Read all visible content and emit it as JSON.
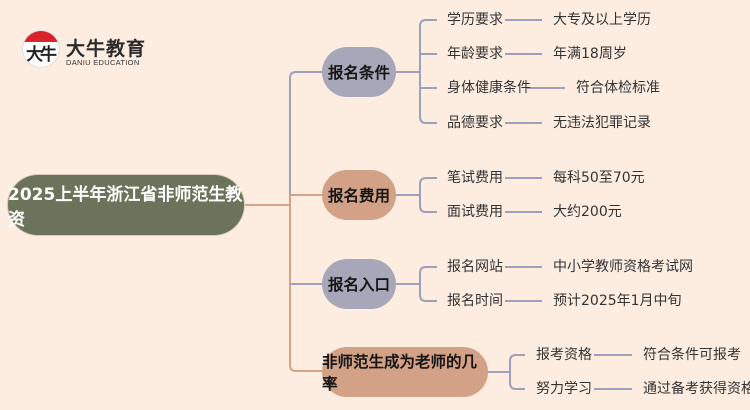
{
  "logo": {
    "glyph": "大牛",
    "name": "大牛教育",
    "subtitle": "DANIU EDUCATION"
  },
  "colors": {
    "background": "#FDEDE1",
    "root": "#6B735A",
    "branch_gray": "#A8A7B9",
    "branch_tan": "#D3A186",
    "line_gray": "#9EA0BA",
    "line_tan": "#D4A284"
  },
  "root": {
    "label": "2025上半年浙江省非师范生教资"
  },
  "branches": [
    {
      "label": "报名条件",
      "children": [
        {
          "label": "学历要求",
          "value": "大专及以上学历"
        },
        {
          "label": "年龄要求",
          "value": "年满18周岁"
        },
        {
          "label": "身体健康条件",
          "value": "符合体检标准"
        },
        {
          "label": "品德要求",
          "value": "无违法犯罪记录"
        }
      ]
    },
    {
      "label": "报名费用",
      "children": [
        {
          "label": "笔试费用",
          "value": "每科50至70元"
        },
        {
          "label": "面试费用",
          "value": "大约200元"
        }
      ]
    },
    {
      "label": "报名入口",
      "children": [
        {
          "label": "报名网站",
          "value": "中小学教师资格考试网"
        },
        {
          "label": "报名时间",
          "value": "预计2025年1月中旬"
        }
      ]
    },
    {
      "label": "非师范生成为老师的几率",
      "children": [
        {
          "label": "报考资格",
          "value": "符合条件可报考"
        },
        {
          "label": "努力学习",
          "value": "通过备考获得资格"
        }
      ]
    }
  ]
}
